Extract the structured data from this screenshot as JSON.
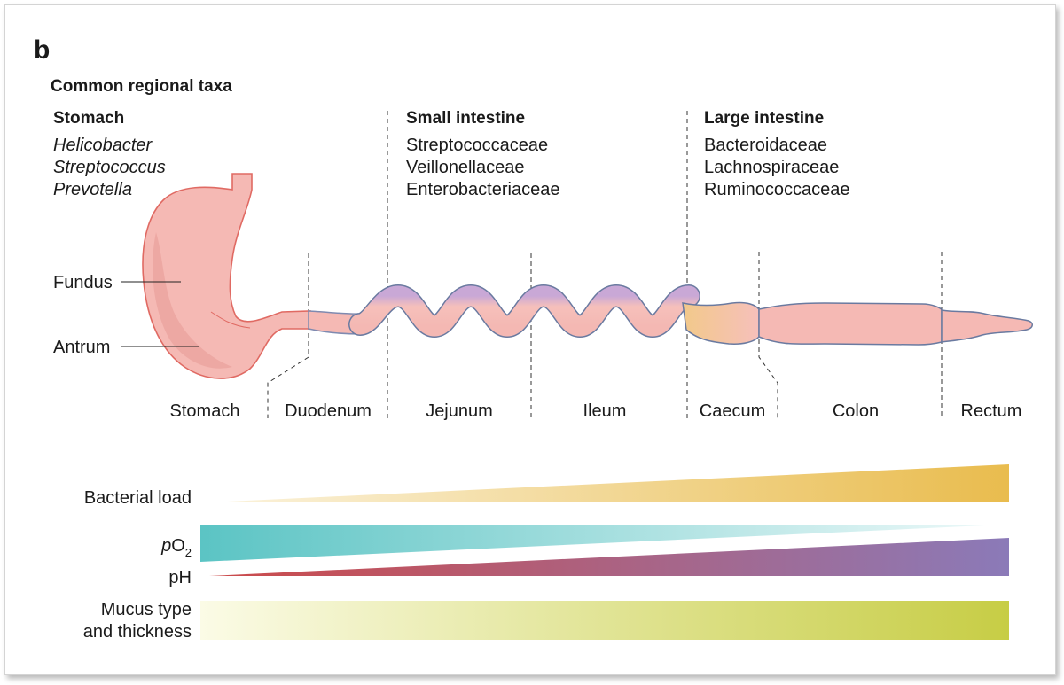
{
  "panel": {
    "letter": "b",
    "taxa_title": "Common regional taxa"
  },
  "regions": [
    {
      "title": "Stomach",
      "taxa": [
        "Helicobacter",
        "Streptococcus",
        "Prevotella"
      ],
      "italic": true
    },
    {
      "title": "Small intestine",
      "taxa": [
        "Streptococcaceae",
        "Veillonellaceae",
        "Enterobacteriaceae"
      ],
      "italic": false
    },
    {
      "title": "Large intestine",
      "taxa": [
        "Bacteroidaceae",
        "Lachnospiraceae",
        "Ruminococcaceae"
      ],
      "italic": false
    }
  ],
  "stomach_parts": [
    "Fundus",
    "Antrum"
  ],
  "segments": [
    "Stomach",
    "Duodenum",
    "Jejunum",
    "Ileum",
    "Caecum",
    "Colon",
    "Rectum"
  ],
  "gradients": {
    "bacterial_load": {
      "label": "Bacterial load",
      "color_start": "#fbf3dd",
      "color_end": "#e9bc4e"
    },
    "po2": {
      "label_prefix": "p",
      "label_main": "O",
      "label_sub": "2",
      "color_start": "#5bc4c4",
      "color_end": "#eef9f9"
    },
    "ph": {
      "label": "pH",
      "color_start": "#cc4a4a",
      "color_end": "#8b7ab8"
    },
    "mucus": {
      "label_line1": "Mucus type",
      "label_line2": "and thickness",
      "color_start": "#fbfbe6",
      "color_end": "#c7cd45"
    }
  },
  "colors": {
    "tissue": "#f5b9b4",
    "tissue_dark": "#e9a09b",
    "tissue_outline": "#e06a63",
    "gut_outline": "#6a7aa0"
  }
}
